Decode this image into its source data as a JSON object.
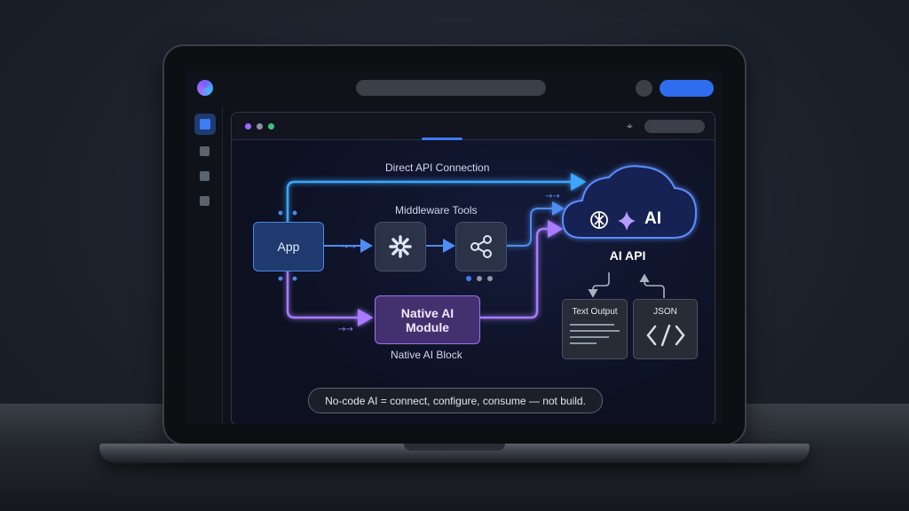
{
  "diagram": {
    "labels": {
      "direct_api": "Direct API Connection",
      "middleware": "Middleware Tools",
      "native_block": "Native AI Block",
      "ai_api": "AI API"
    },
    "nodes": {
      "app": "App",
      "native_module_line1": "Native AI",
      "native_module_line2": "Module",
      "text_output": "Text Output",
      "json": "JSON",
      "cloud_logo_text": "AI"
    },
    "icons": [
      "zapier-asterisk-icon",
      "share-nodes-icon",
      "openai-icon",
      "sparkle-icon",
      "anthropic-icon",
      "code-brackets-icon",
      "text-lines-icon",
      "crosshair-icon"
    ],
    "caption": "No-code AI = connect, configure, consume — not build."
  },
  "colors": {
    "direct_line": "#3ea6ff",
    "middleware_line": "#4f8df5",
    "native_line": "#a77bff",
    "cloud_glow": "#4f86ff",
    "cta": "#2f6df0"
  }
}
